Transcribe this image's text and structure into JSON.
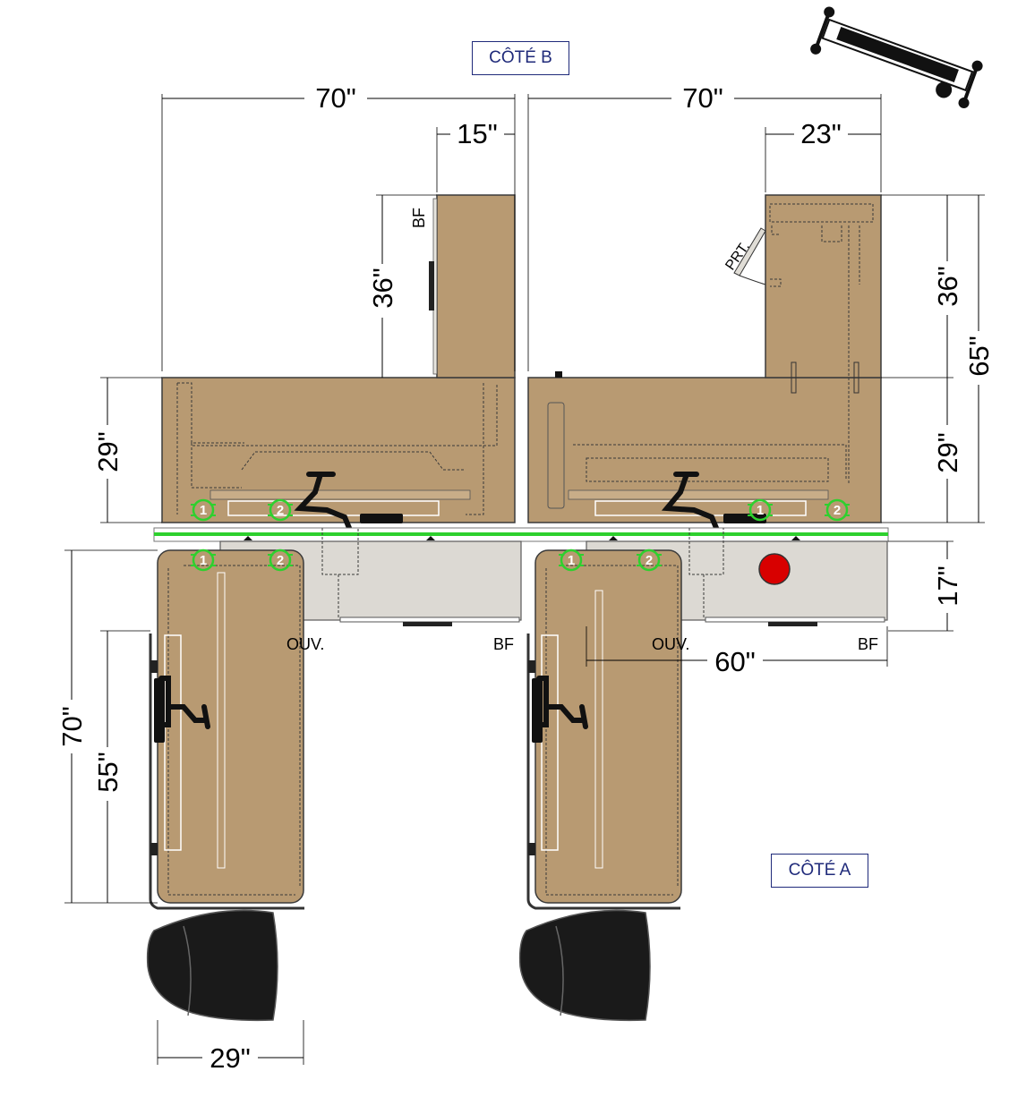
{
  "labels": {
    "side_b": "CÔTÉ B",
    "side_a": "CÔTÉ A",
    "bf": "BF",
    "prt": "PRT.",
    "ouv": "OUV."
  },
  "dimensions": {
    "top_left_width": "70\"",
    "top_right_width": "70\"",
    "left_tower_width": "15\"",
    "right_tower_width": "23\"",
    "left_tower_depth": "36\"",
    "left_desk_depth": "29\"",
    "right_tower_depth": "36\"",
    "right_desk_depth": "29\"",
    "overall_depth": "65\"",
    "storage_depth": "17\"",
    "storage_width": "60\"",
    "return_length": "70\"",
    "return_inner": "55\"",
    "return_width": "29\""
  },
  "markers": [
    "1",
    "2"
  ],
  "colors": {
    "wood": "#b89a72",
    "storage": "#dcd9d3",
    "screen": "#2ed02e",
    "alarm": "#d80000",
    "chair": "#1a1a1a",
    "side_label": "#1f2a7a"
  },
  "icons": [
    "desk-lamp-icon",
    "office-chair-icon",
    "alarm-button-icon",
    "compass-chair-icon"
  ]
}
